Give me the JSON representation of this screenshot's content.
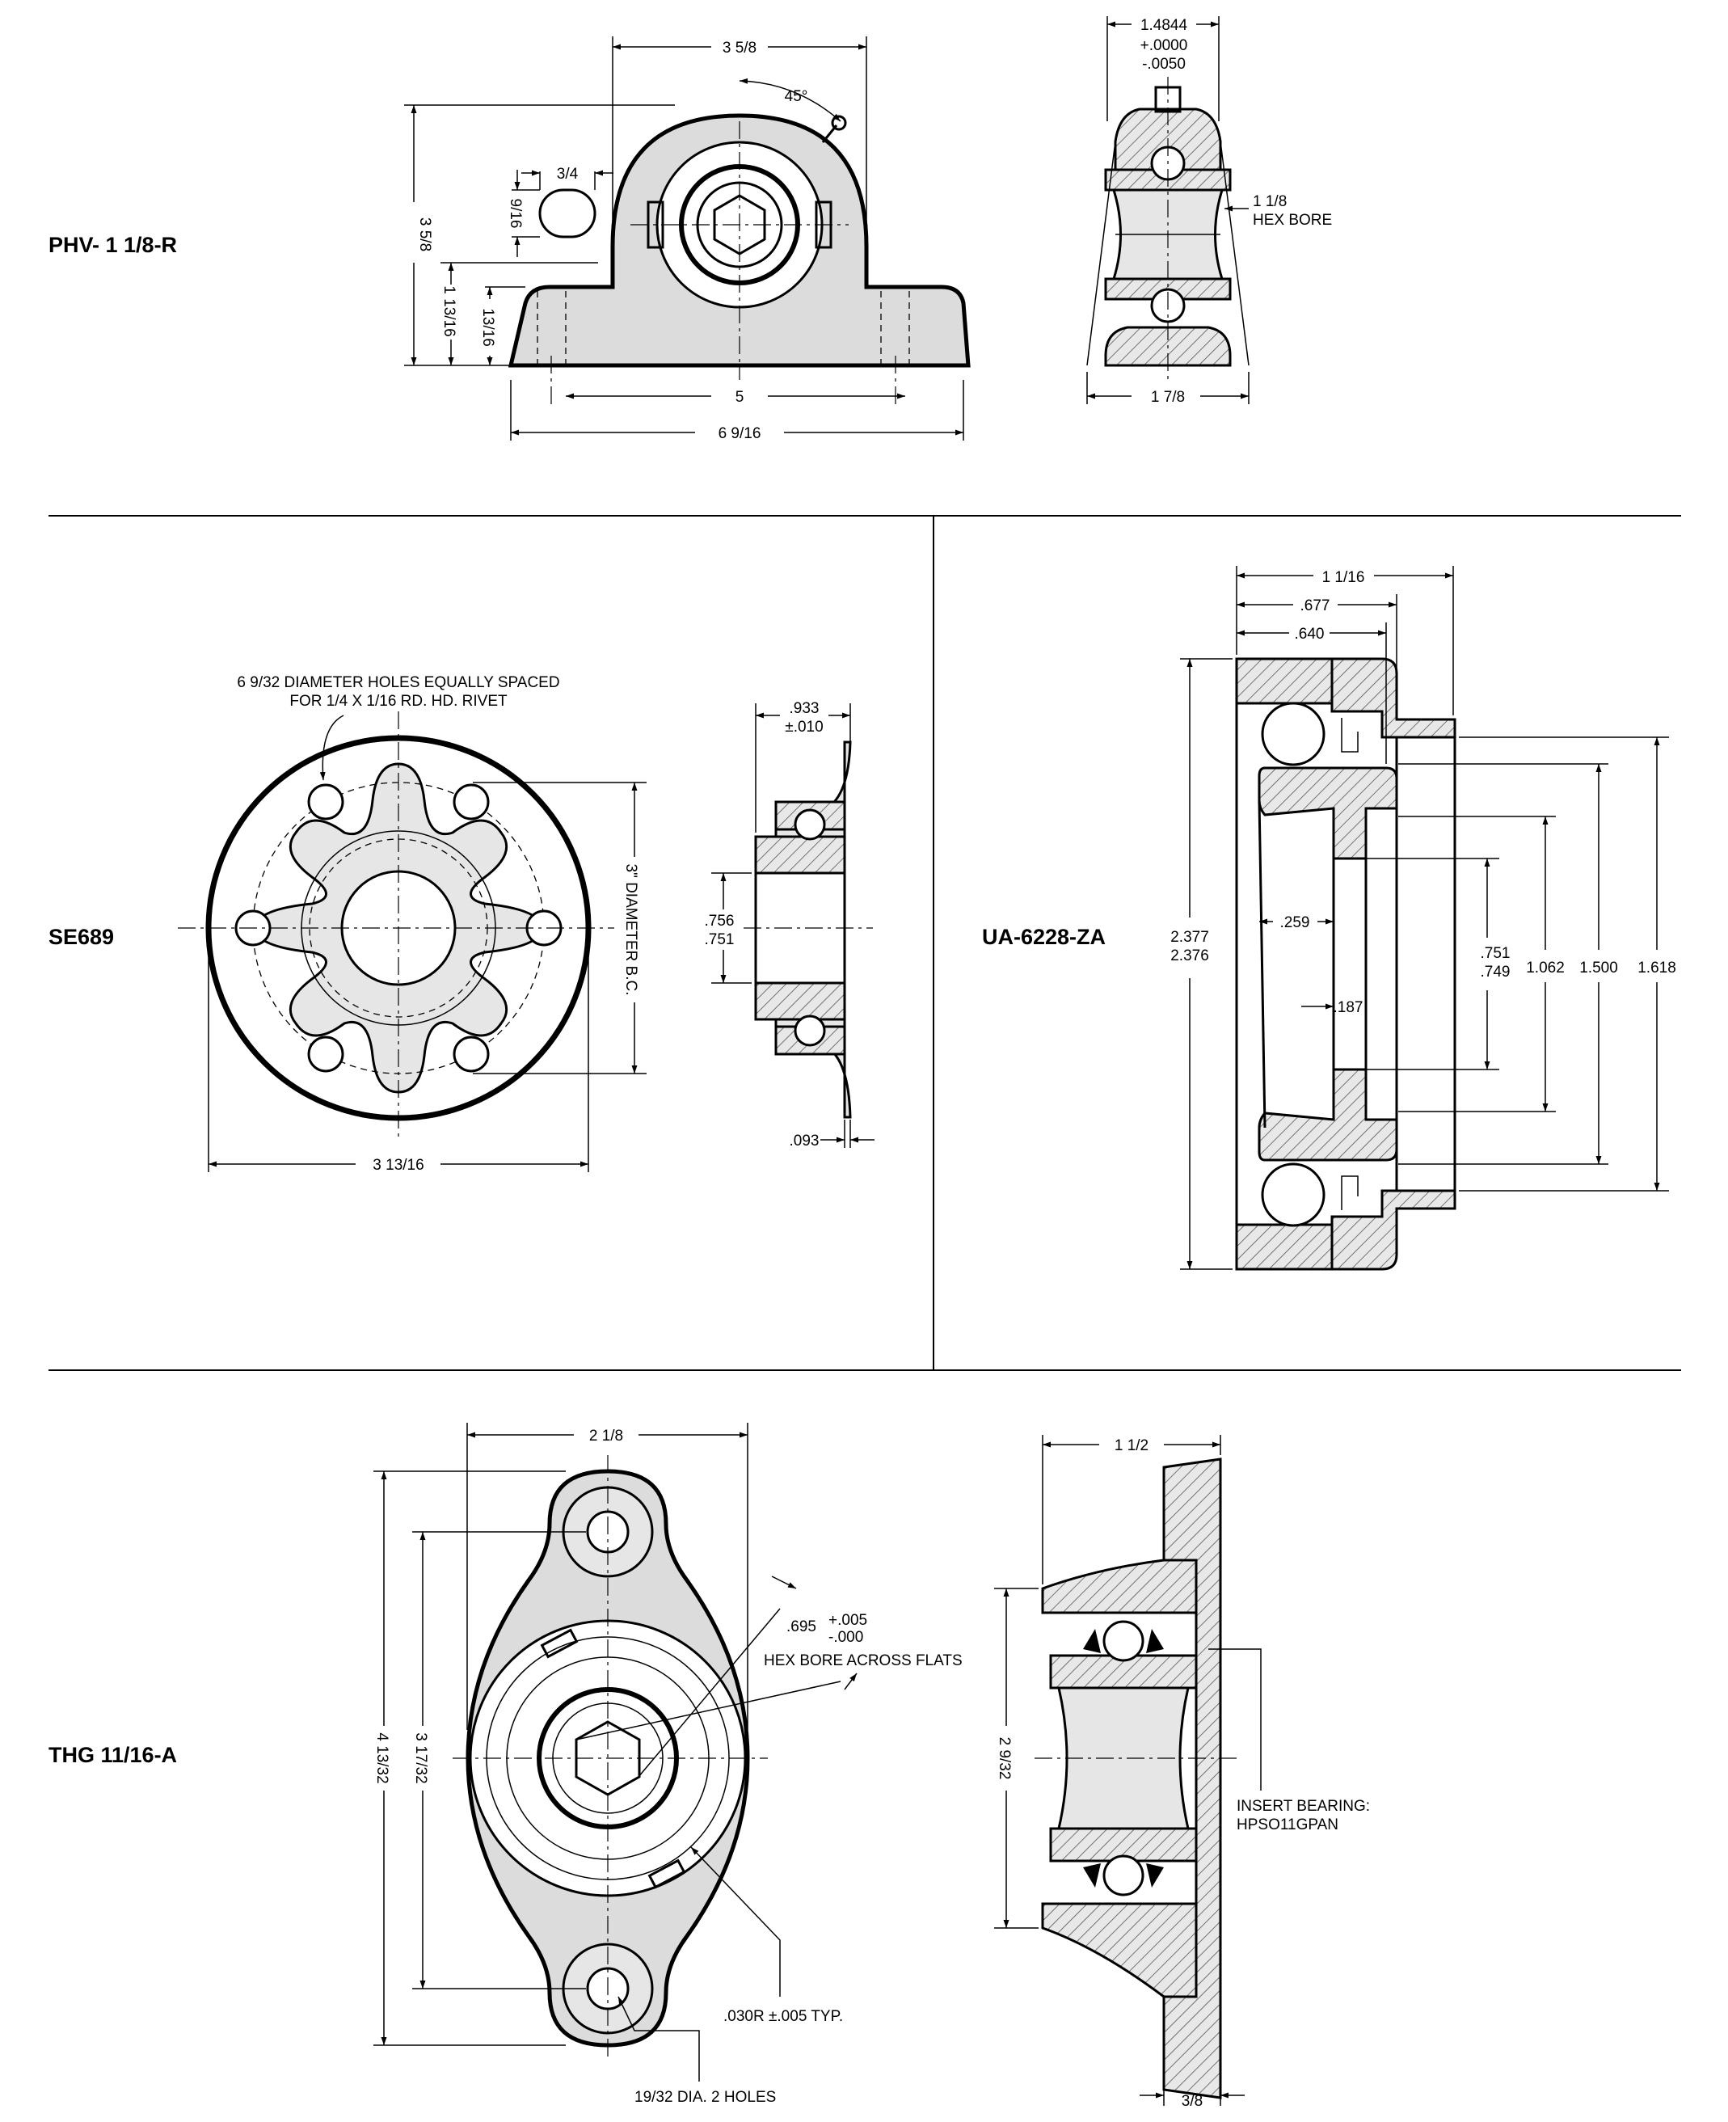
{
  "parts": {
    "phv": {
      "label": "PHV- 1  1/8-R",
      "dims": {
        "top_width": "3  5/8",
        "angle": "45°",
        "height": "3  5/8",
        "slot_w": "3/4",
        "slot_h": "9/16",
        "base_h1": "1  13/16",
        "base_h2": "13/16",
        "bolt_spacing": "5",
        "overall_len": "6  9/16",
        "side_w1": "1.4844",
        "side_w2": "+.0000",
        "side_w3": "-.0050",
        "bore1": "1  1/8",
        "bore2": "HEX BORE",
        "side_base": "1  7/8"
      }
    },
    "se689": {
      "label": "SE689",
      "dims": {
        "holes_note1": "6  9/32 DIAMETER HOLES EQUALLY SPACED",
        "holes_note2": "FOR 1/4 X 1/16 RD. HD. RIVET",
        "bc": "3\" DIAMETER B.C.",
        "od": "3  13/16",
        "width1": ".933",
        "width2": "±.010",
        "bore1": ".756",
        "bore2": ".751",
        "thk": ".093"
      }
    },
    "ua": {
      "label": "UA-6228-ZA",
      "dims": {
        "w1": "1  1/16",
        "w2": ".677",
        "w3": ".640",
        "od1": "2.377",
        "od2": "2.376",
        "d259": ".259",
        "d187": ".187",
        "bore1": ".751",
        "bore2": ".749",
        "d1062": "1.062",
        "d1500": "1.500",
        "d1618": "1.618"
      }
    },
    "thg": {
      "label": "THG  11/16-A",
      "dims": {
        "width": "2  1/8",
        "hex1": ".695",
        "hex_tol1": "+.005",
        "hex_tol2": "-.000",
        "hex_note": "HEX BORE ACROSS FLATS",
        "overall_h": "4  13/32",
        "bolt_c": "3  17/32",
        "radius": ".030R ±.005 TYP.",
        "holes": "19/32 DIA.  2 HOLES",
        "side_w": "1  1/2",
        "side_h": "2  9/32",
        "insert1": "INSERT BEARING:",
        "insert2": "HPSO11GPAN",
        "flange": "3/8"
      }
    }
  }
}
